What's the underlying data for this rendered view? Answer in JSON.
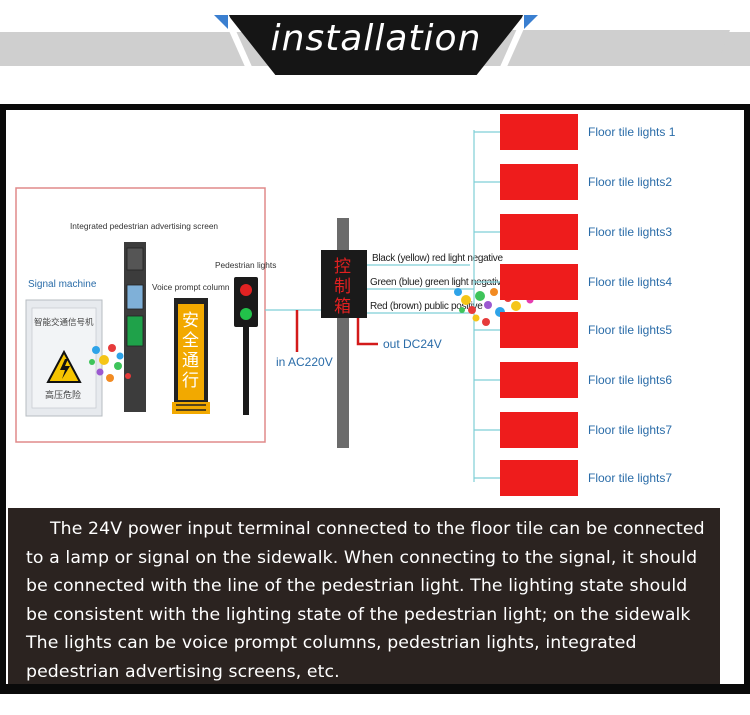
{
  "header": {
    "title": "installation"
  },
  "diagram": {
    "labels": {
      "integrated_screen": "Integrated pedestrian advertising screen",
      "signal_machine": "Signal machine",
      "signal_cabinet_text": "智能交通信号机",
      "high_voltage": "高压危险",
      "voice_column": "Voice prompt column",
      "voice_column_chars": [
        "安",
        "全",
        "通",
        "行"
      ],
      "pedestrian_lights": "Pedestrian lights",
      "ac_input": "in AC220V",
      "control_box_chars": [
        "控",
        "制",
        "箱"
      ],
      "dc_output": "out DC24V",
      "wire_black": "Black (yellow) red light negative",
      "wire_green": "Green (blue) green light negative",
      "wire_red": "Red (brown) public positive"
    },
    "floor_tiles": [
      "Floor tile lights 1",
      "Floor tile lights2",
      "Floor tile lights3",
      "Floor tile lights4",
      "Floor tile lights5",
      "Floor tile lights6",
      "Floor tile lights7",
      "Floor tile lights7"
    ],
    "colors": {
      "tile_red": "#ee1c1c",
      "wire_teal": "#7fcfd6",
      "control_text": "#e02020",
      "box_border": "#e08a8a"
    }
  },
  "description": {
    "text": "The 24V power input terminal connected to the floor tile can be connected to a lamp or signal on the sidewalk. When connecting to the signal, it should be connected with the line of the pedestrian light. The lighting state should be consistent with the lighting state of the pedestrian light; on the sidewalk The lights can be voice prompt columns, pedestrian lights, integrated pedestrian advertising screens, etc."
  }
}
